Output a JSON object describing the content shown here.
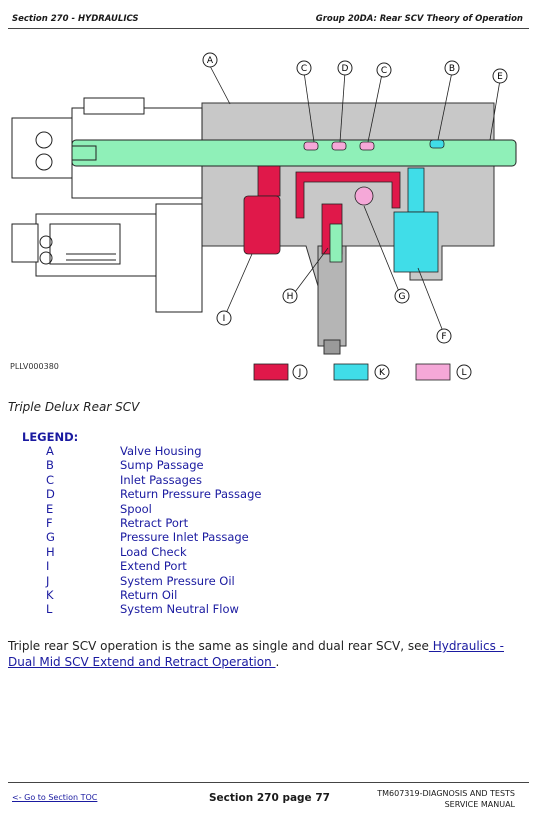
{
  "header": {
    "left": "Section 270 - HYDRAULICS",
    "right": "Group 20DA: Rear SCV Theory of Operation"
  },
  "figure": {
    "id": "PLLV000380",
    "callouts": [
      "A",
      "B",
      "C",
      "D",
      "C",
      "E",
      "F",
      "G",
      "H",
      "I"
    ],
    "swatches": [
      {
        "letter": "J",
        "color": "#e0184a"
      },
      {
        "letter": "K",
        "color": "#40dde8"
      },
      {
        "letter": "L",
        "color": "#f5a8d8"
      }
    ],
    "colors": {
      "housing": "#c8c8c8",
      "spool": "#8ff0b8",
      "pressure": "#e0184a",
      "return": "#40dde8",
      "neutral": "#f5a8d8"
    }
  },
  "caption": "Triple Delux Rear SCV",
  "legend": {
    "title": "LEGEND:",
    "items": [
      {
        "key": "A",
        "label": "Valve Housing"
      },
      {
        "key": "B",
        "label": "Sump Passage"
      },
      {
        "key": "C",
        "label": "Inlet Passages"
      },
      {
        "key": "D",
        "label": "Return Pressure Passage"
      },
      {
        "key": "E",
        "label": "Spool"
      },
      {
        "key": "F",
        "label": "Retract Port"
      },
      {
        "key": "G",
        "label": "Pressure Inlet Passage"
      },
      {
        "key": "H",
        "label": "Load Check"
      },
      {
        "key": "I",
        "label": "Extend Port"
      },
      {
        "key": "J",
        "label": "System Pressure Oil"
      },
      {
        "key": "K",
        "label": "Return Oil"
      },
      {
        "key": "L",
        "label": "System Neutral Flow"
      }
    ]
  },
  "paragraph": {
    "text": "Triple rear SCV operation is the same as single and dual rear SCV, see",
    "link": " Hydraulics - Dual Mid SCV Extend and Retract Operation ",
    "end": "."
  },
  "footer": {
    "toc": "<- Go to Section TOC",
    "page": "Section 270 page 77",
    "manual_line1": "TM607319-DIAGNOSIS AND TESTS",
    "manual_line2": "SERVICE MANUAL"
  }
}
